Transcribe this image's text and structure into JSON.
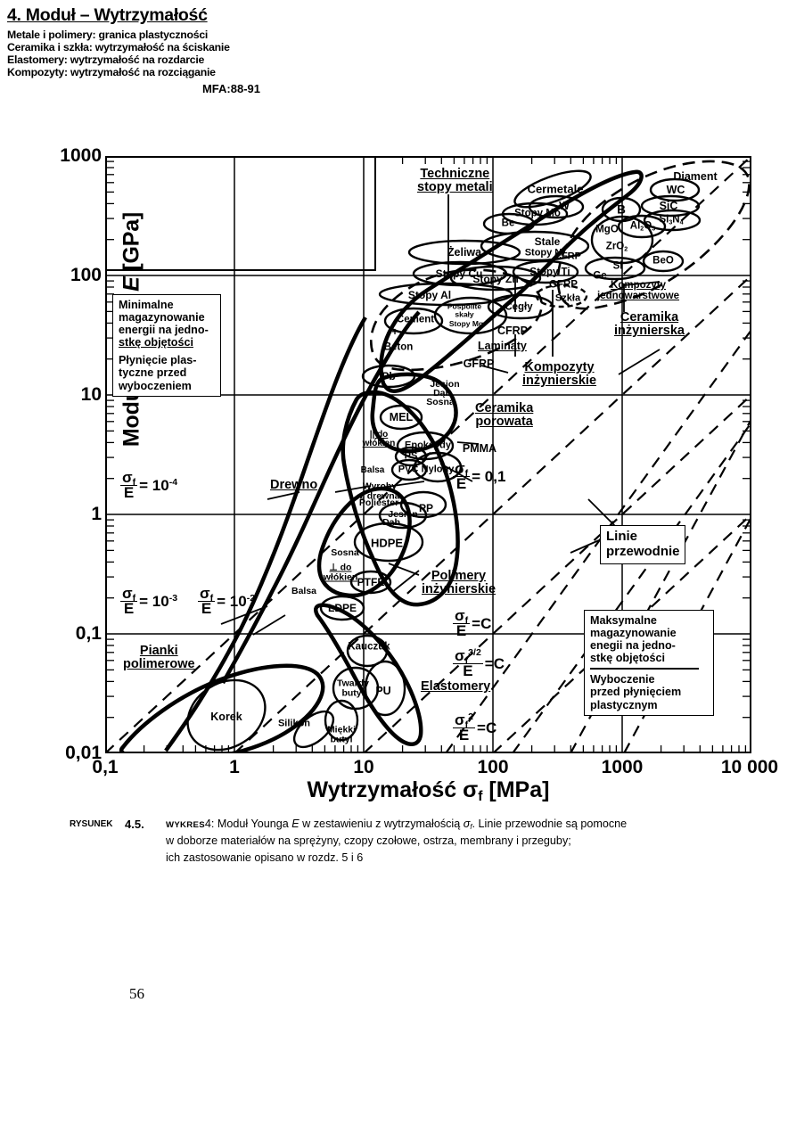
{
  "page": {
    "number": "56"
  },
  "title_box": {
    "heading": "4. Moduł – Wytrzymałość",
    "lines": [
      "Metale i polimery: granica plastyczności",
      "Ceramika i szkła: wytrzymałość na ściskanie",
      "Elastomery: wytrzymałość na rozdarcie",
      "Kompozyty: wytrzymałość na rozciąganie"
    ],
    "code": "MFA:88-91"
  },
  "annotations": {
    "min_energy": {
      "lines": [
        "Minimalne",
        "magazynowanie",
        "energii na jedno-",
        "stkę objętości"
      ],
      "lines2": [
        "Płynięcie plas-",
        "tyczne przed",
        "wyboczeniem"
      ]
    },
    "max_energy": {
      "lines": [
        "Maksymalne",
        "magazynowanie",
        "enegii na  jedno-",
        "stkę objętości"
      ],
      "lines2": [
        "Wyboczenie",
        "przed płynięciem",
        "plastycznym"
      ]
    },
    "guidelines_box": {
      "lines": [
        "Linie",
        "przewodnie"
      ]
    }
  },
  "chart_data": {
    "type": "scatter",
    "title": "4. Moduł – Wytrzymałość",
    "xlabel": "Wytrzymałość σf [MPa]",
    "ylabel": "Moduł Younga E [GPa]",
    "xscale": "log",
    "yscale": "log",
    "xlim": [
      0.1,
      10000
    ],
    "ylim": [
      0.01,
      1000
    ],
    "xticks": [
      "0,1",
      "1",
      "10",
      "100",
      "1000",
      "10 000"
    ],
    "yticks": [
      "0,01",
      "0,1",
      "1",
      "10",
      "100",
      "1000"
    ],
    "grid": true,
    "guidelines": [
      {
        "label": "σf/E = 10⁻⁴",
        "value": "1e-4"
      },
      {
        "label": "σf/E = 10⁻³",
        "value": "1e-3"
      },
      {
        "label": "σf/E = 10⁻²",
        "value": "1e-2"
      },
      {
        "label": "σf/E = 0,1",
        "value": "0.1"
      },
      {
        "label": "σf/E = C",
        "value": "C"
      },
      {
        "label": "σf^(3/2)/E = C",
        "value": "C"
      },
      {
        "label": "σf²/E = C",
        "value": "C"
      }
    ],
    "envelopes": [
      {
        "name": "Techniczne stopy metali",
        "x": [
          100,
          3000
        ],
        "y": [
          20,
          600
        ]
      },
      {
        "name": "Ceramika inżynierska",
        "x": [
          300,
          8000
        ],
        "y": [
          80,
          1000
        ]
      },
      {
        "name": "Kompozyty inżynierskie",
        "x": [
          30,
          1500
        ],
        "y": [
          2,
          200
        ]
      },
      {
        "name": "Ceramika porowata",
        "x": [
          0.3,
          100
        ],
        "y": [
          0.03,
          30
        ]
      },
      {
        "name": "Polimery inżynierskie",
        "x": [
          3,
          100
        ],
        "y": [
          0.1,
          5
        ]
      },
      {
        "name": "Elastomery",
        "x": [
          1,
          30
        ],
        "y": [
          0.01,
          0.1
        ]
      },
      {
        "name": "Pianki polimerowe",
        "x": [
          0.1,
          3
        ],
        "y": [
          0.01,
          0.3
        ]
      },
      {
        "name": "Drewno",
        "x": [
          1,
          100
        ],
        "y": [
          0.3,
          30
        ]
      }
    ],
    "group_labels": [
      {
        "text": "Techniczne\nstopy metali",
        "x": 0.54,
        "y": 0.045
      },
      {
        "text": "Ceramika\ninżynierska",
        "x": 0.845,
        "y": 0.26
      },
      {
        "text": "Kompozyty\njednowarstwowe",
        "x": 0.8,
        "y": 0.205
      },
      {
        "text": "Kompozyty\ninżynierskie",
        "x": 0.68,
        "y": 0.345
      },
      {
        "text": "Ceramika\nporowata",
        "x": 0.62,
        "y": 0.43
      },
      {
        "text": "Polimery\ninżynierskie",
        "x": 0.615,
        "y": 0.7
      },
      {
        "text": "Elastomery",
        "x": 0.565,
        "y": 0.86
      },
      {
        "text": "Pianki\npolimerowe",
        "x": 0.115,
        "y": 0.795
      },
      {
        "text": "Drewno",
        "x": 0.355,
        "y": 0.595
      },
      {
        "text": "Laminaty",
        "x": 0.615,
        "y": 0.4
      },
      {
        "text": "Kompozyty",
        "x": 0.7,
        "y": 0.425
      }
    ],
    "materials": [
      {
        "label": "Diament",
        "x": 780,
        "y": 198
      },
      {
        "label": "WC",
        "x": 758,
        "y": 213
      },
      {
        "label": "SiC",
        "x": 750,
        "y": 231
      },
      {
        "label": "Si₃N₄",
        "x": 752,
        "y": 247
      },
      {
        "label": "B",
        "x": 697,
        "y": 235
      },
      {
        "label": "MgO",
        "x": 682,
        "y": 258
      },
      {
        "label": "Al₂O₃",
        "x": 718,
        "y": 254
      },
      {
        "label": "ZrO₂",
        "x": 692,
        "y": 277
      },
      {
        "label": "BeO",
        "x": 743,
        "y": 293
      },
      {
        "label": "Si",
        "x": 693,
        "y": 299
      },
      {
        "label": "Ge",
        "x": 673,
        "y": 309
      },
      {
        "label": "Cermetale",
        "x": 623,
        "y": 212
      },
      {
        "label": "W",
        "x": 632,
        "y": 232
      },
      {
        "label": "Stopy Mo",
        "x": 605,
        "y": 240
      },
      {
        "label": "Be",
        "x": 570,
        "y": 250
      },
      {
        "label": "Stale",
        "x": 613,
        "y": 271
      },
      {
        "label": "Stopy Ni",
        "x": 610,
        "y": 283
      },
      {
        "label": "Żeliwa",
        "x": 521,
        "y": 283
      },
      {
        "label": "Stopy Cu",
        "x": 516,
        "y": 307
      },
      {
        "label": "Stopy Zn",
        "x": 553,
        "y": 313
      },
      {
        "label": "Stopy Ti",
        "x": 617,
        "y": 306
      },
      {
        "label": "CFRP",
        "x": 635,
        "y": 287
      },
      {
        "label": "GFRP",
        "x": 632,
        "y": 319
      },
      {
        "label": "Szkła",
        "x": 637,
        "y": 334
      },
      {
        "label": "Stopy Al",
        "x": 480,
        "y": 332
      },
      {
        "label": "Cegły",
        "x": 581,
        "y": 345
      },
      {
        "label": "Pospolite skały",
        "x": 521,
        "y": 348
      },
      {
        "label": "Stopy Mg",
        "x": 523,
        "y": 362
      },
      {
        "label": "Cement",
        "x": 468,
        "y": 358
      },
      {
        "label": "+",
        "x": 444,
        "y": 372
      },
      {
        "label": "Beton",
        "x": 446,
        "y": 389
      },
      {
        "label": "CFRP",
        "x": 575,
        "y": 371
      },
      {
        "label": "GFRP",
        "x": 536,
        "y": 408
      },
      {
        "label": "Pb",
        "x": 436,
        "y": 422
      },
      {
        "label": "Jesion",
        "x": 498,
        "y": 431
      },
      {
        "label": "Dąb",
        "x": 496,
        "y": 440
      },
      {
        "label": "Sosna",
        "x": 494,
        "y": 449
      },
      {
        "label": "MEL",
        "x": 450,
        "y": 468
      },
      {
        "label": "|| do włókien",
        "x": 425,
        "y": 492
      },
      {
        "label": "Epoksydy",
        "x": 478,
        "y": 500
      },
      {
        "label": "PMMA",
        "x": 537,
        "y": 503
      },
      {
        "label": "PS",
        "x": 461,
        "y": 512
      },
      {
        "label": "PVC",
        "x": 458,
        "y": 527
      },
      {
        "label": "Nylony",
        "x": 490,
        "y": 527
      },
      {
        "label": "Balsa",
        "x": 418,
        "y": 527
      },
      {
        "label": "Wyroby z drewna",
        "x": 424,
        "y": 548
      },
      {
        "label": "Poliester",
        "x": 425,
        "y": 562
      },
      {
        "label": "PP",
        "x": 478,
        "y": 569
      },
      {
        "label": "Jesion",
        "x": 452,
        "y": 577
      },
      {
        "label": "Dąb",
        "x": 440,
        "y": 586
      },
      {
        "label": "HDPE",
        "x": 434,
        "y": 609
      },
      {
        "label": "Sosna",
        "x": 387,
        "y": 620
      },
      {
        "label": "⊥ do włókien",
        "x": 382,
        "y": 641
      },
      {
        "label": "PTFE",
        "x": 416,
        "y": 653
      },
      {
        "label": "Balsa",
        "x": 341,
        "y": 663
      },
      {
        "label": "LDPE",
        "x": 384,
        "y": 682
      },
      {
        "label": "Kauczuk",
        "x": 413,
        "y": 726
      },
      {
        "label": "Twardy butyl",
        "x": 396,
        "y": 772
      },
      {
        "label": "PU",
        "x": 430,
        "y": 775
      },
      {
        "label": "Silikon",
        "x": 330,
        "y": 812
      },
      {
        "label": "Miękki butyl",
        "x": 382,
        "y": 823
      },
      {
        "label": "Korek",
        "x": 254,
        "y": 804
      }
    ]
  },
  "caption": {
    "fig_word": "RYSUNEK",
    "fig_num": "4.5.",
    "kw": "WYKRES",
    "line1_a": "4: Moduł Younga ",
    "line1_i": "E",
    "line1_b": " w zestawieniu z wytrzymałością ",
    "line1_sym": "σf",
    "line1_c": ". Linie przewodnie są pomocne",
    "line2": "w doborze materiałów na sprężyny, czopy czołowe, ostrza, membrany i przeguby;",
    "line3": "ich zastosowanie opisano w rozdz. 5 i 6"
  }
}
